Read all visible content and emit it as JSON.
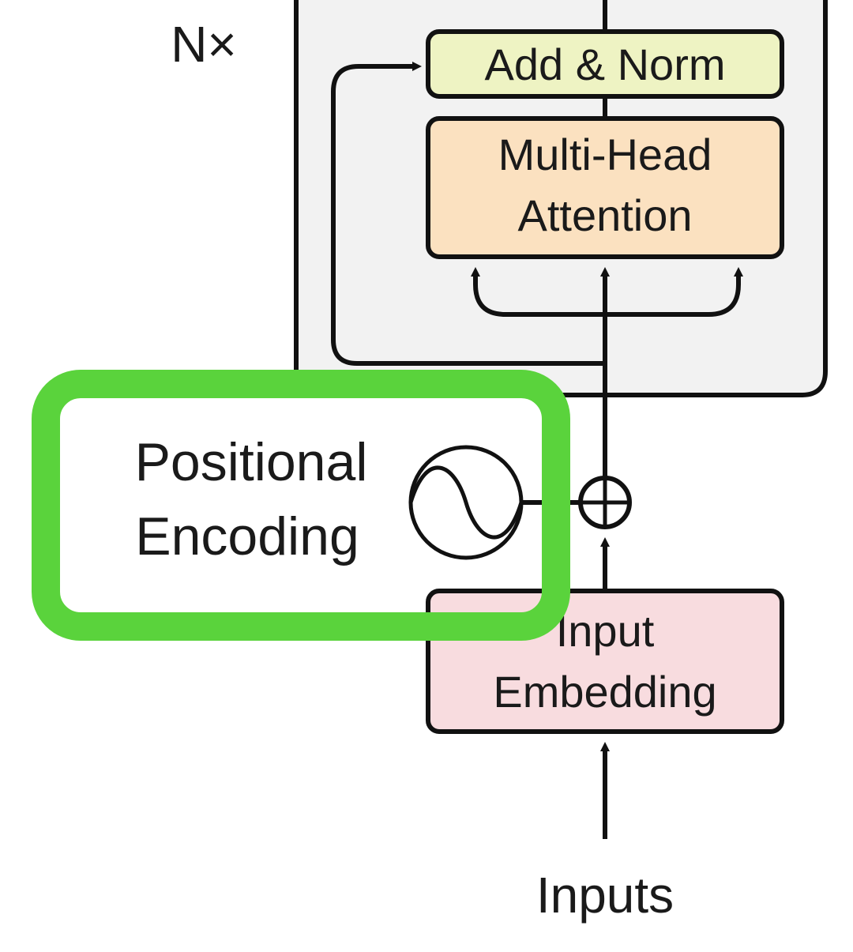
{
  "diagram": {
    "repeat_label": "N×",
    "add_norm": {
      "label": "Add & Norm",
      "fill": "#eef3c3"
    },
    "attention": {
      "line1": "Multi-Head",
      "line2": "Attention",
      "fill": "#fbe1c0"
    },
    "positional_encoding": {
      "line1": "Positional",
      "line2": "Encoding"
    },
    "input_embedding": {
      "line1": "Input",
      "line2": "Embedding",
      "fill": "#f8dcdf"
    },
    "inputs_label": "Inputs",
    "highlight_color": "#5ad33c",
    "block_fill": "#f2f2f2"
  }
}
